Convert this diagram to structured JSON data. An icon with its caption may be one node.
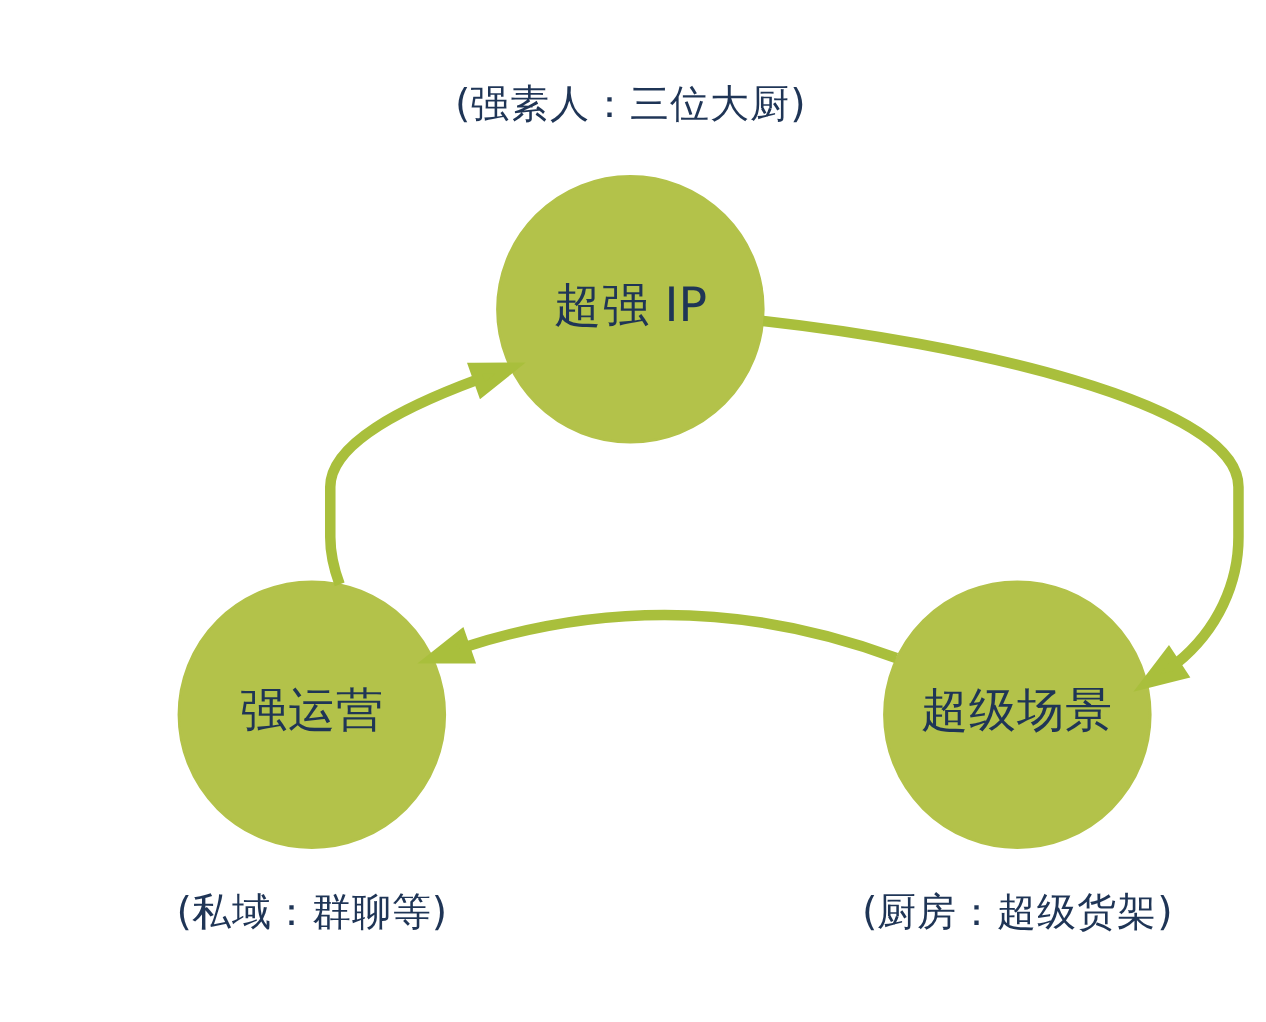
{
  "diagram": {
    "nodes": [
      {
        "text": [
          "超强 IP"
        ],
        "beside": [
          "(强素人：三位大厨)"
        ]
      },
      {
        "text": [
          "强运营"
        ],
        "beside": [
          "(私域：群聊等)"
        ]
      },
      {
        "text": [
          "超级场景"
        ],
        "beside": [
          "(厨房：超级货架)"
        ]
      }
    ],
    "edges": [
      {
        "from": 0,
        "to": 2,
        "arrow": "to"
      },
      {
        "from": 2,
        "to": 1,
        "arrow": "to"
      },
      {
        "from": 1,
        "to": 0,
        "arrow": "to"
      }
    ]
  }
}
